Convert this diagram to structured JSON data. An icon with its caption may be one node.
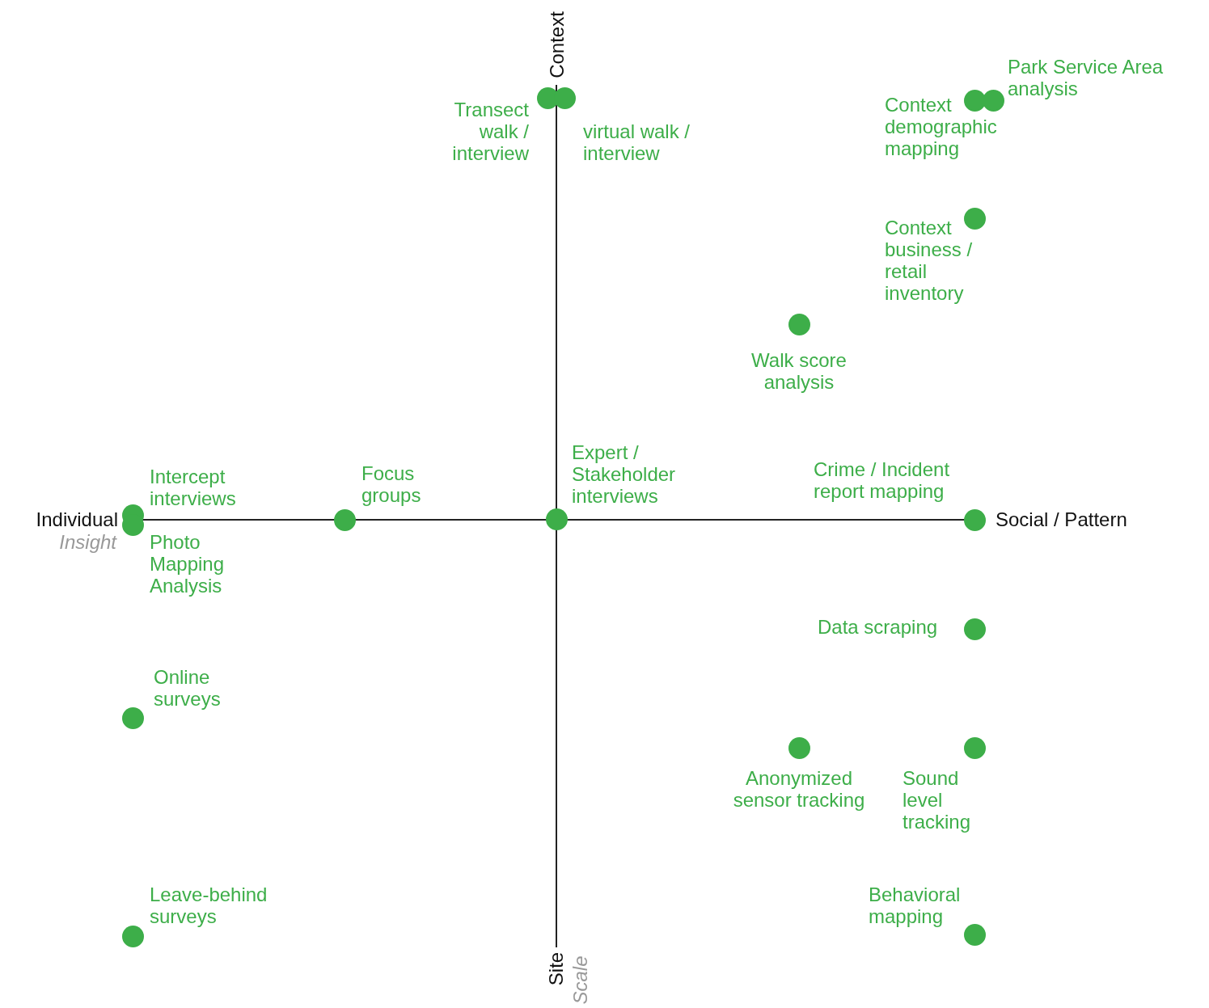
{
  "diagram": {
    "nodes": [
      {
        "text": [],
        "shape": "circle",
        "beside": [
          "Transect walk / interview"
        ]
      },
      {
        "text": [],
        "shape": "circle",
        "beside": [
          "virtual walk / interview"
        ]
      },
      {
        "text": [],
        "shape": "circle",
        "beside": [
          "Context demographic mapping"
        ]
      },
      {
        "text": [],
        "shape": "circle",
        "beside": [
          "Park Service Area analysis"
        ]
      },
      {
        "text": [],
        "shape": "circle",
        "beside": [
          "Context business / retail inventory"
        ]
      },
      {
        "text": [],
        "shape": "circle",
        "beside": [
          "Walk score analysis"
        ]
      },
      {
        "text": [],
        "shape": "circle",
        "beside": [
          "Intercept interviews"
        ]
      },
      {
        "text": [],
        "shape": "circle",
        "beside": [
          "Photo Mapping Analysis"
        ]
      },
      {
        "text": [],
        "shape": "circle",
        "beside": [
          "Focus groups"
        ]
      },
      {
        "text": [],
        "shape": "circle",
        "beside": [
          "Expert / Stakeholder interviews"
        ]
      },
      {
        "text": [],
        "shape": "circle",
        "beside": [
          "Crime / Incident report mapping"
        ]
      },
      {
        "text": [],
        "shape": "circle",
        "beside": [
          "Data scraping"
        ]
      },
      {
        "text": [],
        "shape": "circle",
        "beside": [
          "Online surveys"
        ]
      },
      {
        "text": [],
        "shape": "circle",
        "beside": [
          "Anonymized sensor tracking"
        ]
      },
      {
        "text": [],
        "shape": "circle",
        "beside": [
          "Sound level tracking"
        ]
      },
      {
        "text": [],
        "shape": "circle",
        "beside": [
          "Behavioral mapping"
        ]
      },
      {
        "text": [],
        "shape": "circle",
        "beside": [
          "Leave-behind surveys"
        ]
      }
    ],
    "labels": [
      "Context",
      "Individual",
      "Insight",
      "Social / Pattern",
      "Site",
      "Scale"
    ]
  }
}
